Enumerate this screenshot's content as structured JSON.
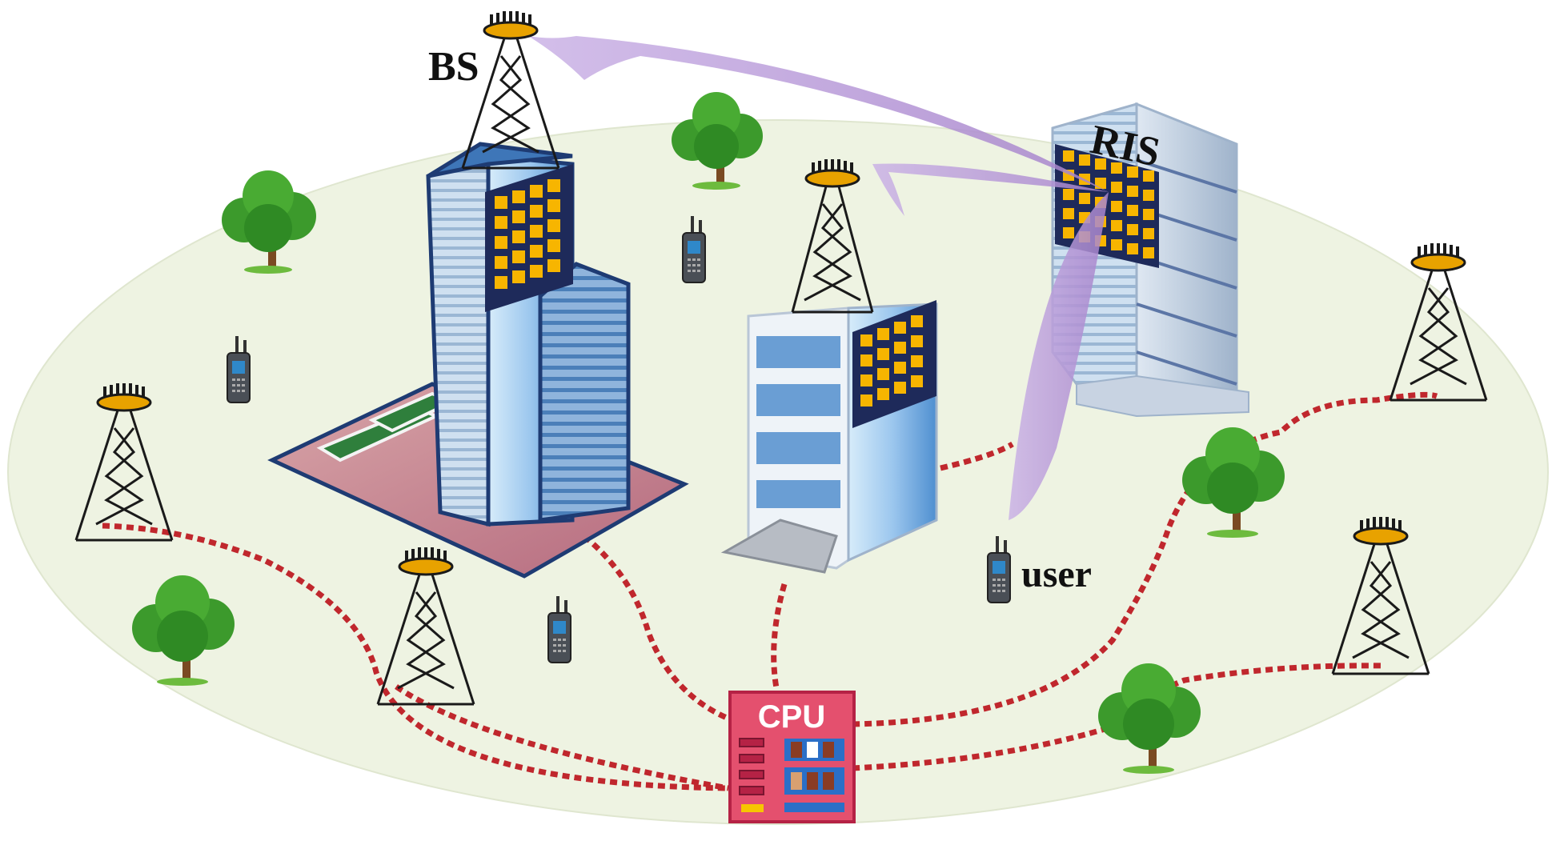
{
  "labels": {
    "bs": "BS",
    "ris": "RIS",
    "user": "user",
    "cpu": "CPU"
  },
  "colors": {
    "ground": "#eef3e2",
    "ground_edge": "#dfe6cf",
    "fronthaul": "#c0272d",
    "beam": "#b99ad9",
    "panel_frame": "#1e2a5a",
    "panel_element": "#f7b500",
    "cpu_fill": "#e4506e",
    "cpu_border": "#b52245",
    "tower": "#1a1a1a",
    "antenna_top": "#e8a200"
  },
  "icons": {
    "tree": "tree-icon",
    "tower": "antenna-tower-icon",
    "phone": "handheld-radio-icon",
    "building": "building-icon",
    "ris_panel": "ris-panel-icon",
    "cpu": "cpu-chip-icon"
  }
}
